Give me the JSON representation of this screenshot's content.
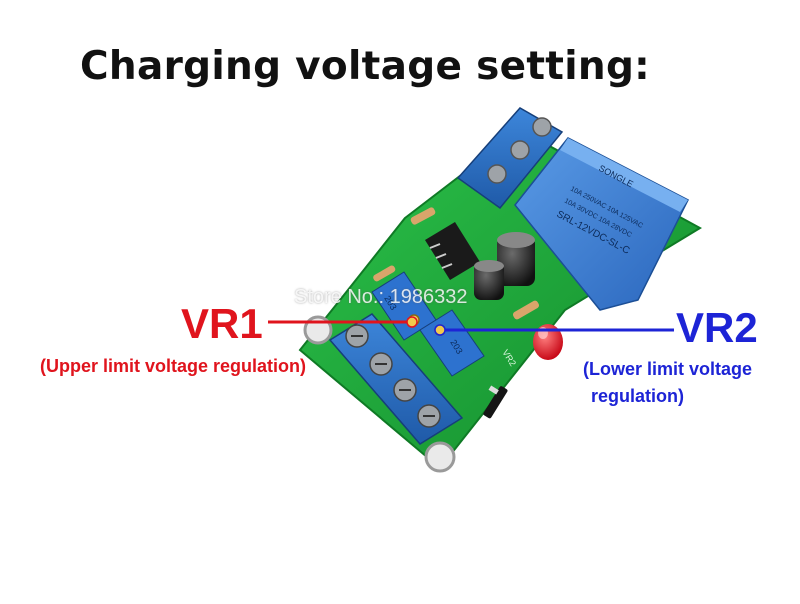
{
  "title": "Charging voltage setting:",
  "watermark": "Store No.: 1986332",
  "vr1": {
    "label": "VR1",
    "description": "(Upper limit voltage regulation)",
    "color": "#e0141d"
  },
  "vr2": {
    "label": "VR2",
    "description_line1": "(Lower limit voltage",
    "description_line2": "regulation)",
    "color": "#1d24d6"
  },
  "relay": {
    "brand": "SONGLE",
    "rating_1": "10A 250VAC 10A 125VAC",
    "rating_2": "10A 30VDC 10A 28VDC",
    "model": "SRL-12VDC-SL-C"
  },
  "pcb_labels": {
    "pot1": "203",
    "pot2": "203",
    "silk_vr2": "VR2"
  },
  "colors": {
    "pcb_green": "#1fae3c",
    "terminal_blue": "#2f74c9",
    "relay_blue": "#3a7fd6"
  }
}
